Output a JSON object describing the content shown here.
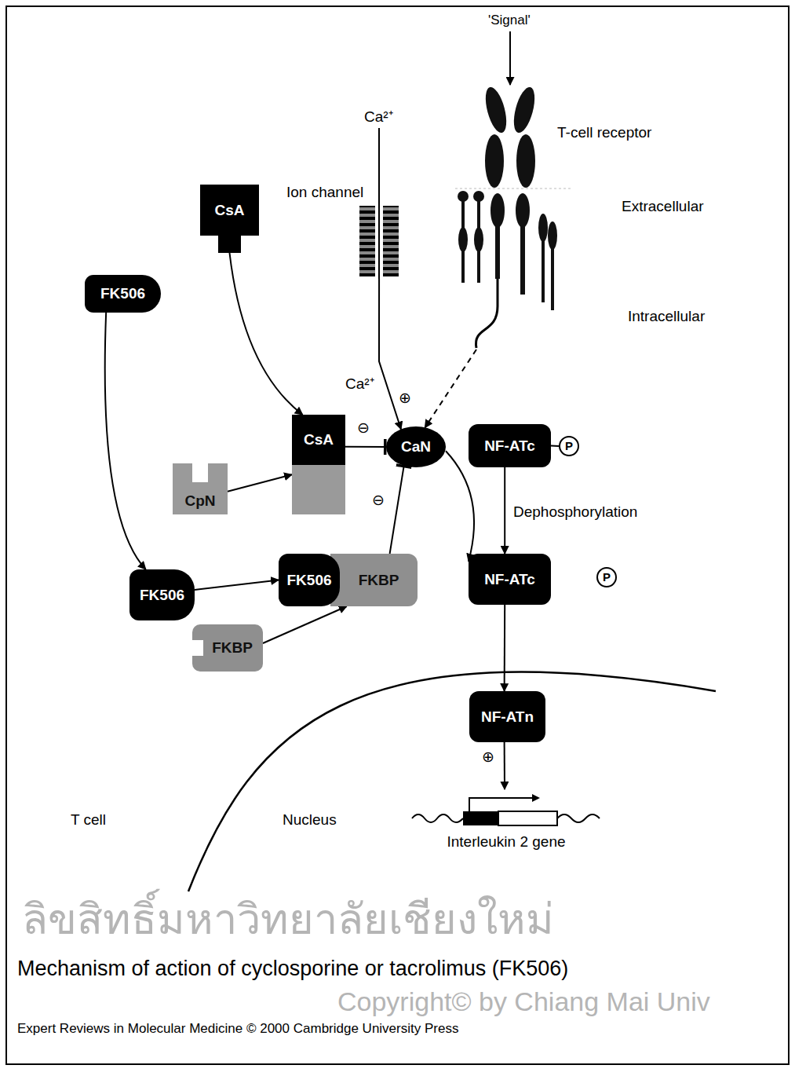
{
  "diagram": {
    "caption": "Mechanism of action of cyclosporine or tacrolimus (FK506)",
    "nodes": [
      {
        "text": [
          "CsA"
        ]
      },
      {
        "text": [
          "FK506"
        ]
      },
      {
        "text": [
          "Ion channel"
        ]
      },
      {
        "text": [
          "T-cell receptor"
        ]
      },
      {
        "text": [
          "CsA"
        ]
      },
      {
        "text": [
          "CpN"
        ]
      },
      {
        "text": [
          "CaN"
        ]
      },
      {
        "text": [
          "NF-ATc"
        ]
      },
      {
        "text": [
          "P"
        ]
      },
      {
        "text": [
          "FK506"
        ]
      },
      {
        "text": [
          "FKBP"
        ]
      },
      {
        "text": [
          "FK506",
          "FKBP"
        ]
      },
      {
        "text": [
          "NF-ATc"
        ]
      },
      {
        "text": [
          "P"
        ]
      },
      {
        "text": [
          "NF-ATn"
        ]
      },
      {
        "text": [
          "Interleukin 2 gene"
        ]
      }
    ],
    "edges": [
      {
        "from": 0,
        "to": 4,
        "arrow": "to"
      },
      {
        "from": 5,
        "to": 4,
        "arrow": "to"
      },
      {
        "from": 1,
        "to": 9,
        "arrow": "to"
      },
      {
        "from": 9,
        "to": 11,
        "arrow": "to"
      },
      {
        "from": 10,
        "to": 11,
        "arrow": "to"
      },
      {
        "from": 4,
        "to": 6,
        "arrow": "to"
      },
      {
        "from": 11,
        "to": 6,
        "arrow": "to"
      },
      {
        "from": 2,
        "to": 6,
        "arrow": "to"
      },
      {
        "from": 3,
        "to": 6,
        "arrow": "to"
      },
      {
        "from": 6,
        "to": 12,
        "arrow": "to"
      },
      {
        "from": 7,
        "to": 12,
        "label": "Dephosphorylation",
        "arrow": "to"
      },
      {
        "from": 7,
        "to": 8,
        "arrow": "none"
      },
      {
        "from": 12,
        "to": 14,
        "arrow": "to"
      },
      {
        "from": 14,
        "to": 15,
        "arrow": "to"
      }
    ],
    "labels": [
      "'Signal'",
      "Ca²⁺",
      "Extracellular",
      "Intracellular",
      "Ca²⁺",
      "⊕",
      "⊖",
      "⊖",
      "⊕",
      "T cell",
      "Nucleus",
      "ลิขสิทธิ์มหาวิทยาลัยเชียงใหม่",
      "Copyright© by Chiang Mai Univ",
      "Expert Reviews in Molecular Medicine © 2000 Cambridge University Press"
    ]
  }
}
